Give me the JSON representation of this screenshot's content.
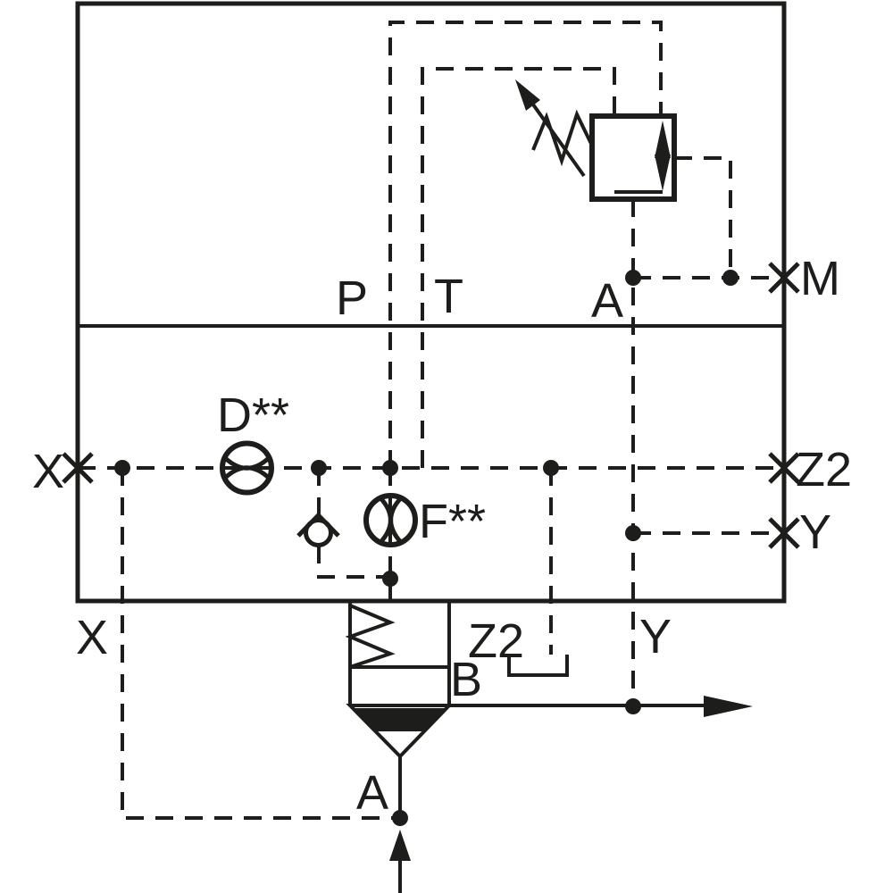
{
  "colors": {
    "line": "#1d1d1b",
    "background": "#ffffff"
  },
  "pilot_ports": {
    "p": "P",
    "t": "T",
    "a": "A",
    "m": "M",
    "x": "X",
    "z2": "Z2",
    "y": "Y"
  },
  "main_ports": {
    "x": "X",
    "z2": "Z2",
    "b": "B",
    "y": "Y",
    "a": "A"
  },
  "components": {
    "orifice_d": "D**",
    "orifice_f": "F**"
  }
}
